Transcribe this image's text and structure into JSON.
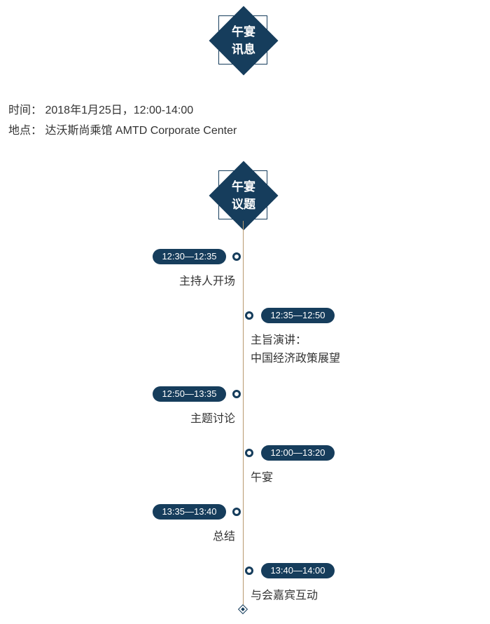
{
  "section1": {
    "line1": "午宴",
    "line2": "讯息"
  },
  "info": {
    "time_label": "时间：",
    "time_value": "2018年1月25日，12:00-14:00",
    "place_label": "地点：",
    "place_value": "达沃斯尚乘馆 AMTD Corporate Center"
  },
  "section2": {
    "line1": "午宴",
    "line2": "议题"
  },
  "agenda": [
    {
      "time": "12:30—12:35",
      "title": "主持人开场"
    },
    {
      "time": "12:35—12:50",
      "title": "主旨演讲：",
      "title2": "中国经济政策展望"
    },
    {
      "time": "12:50—13:35",
      "title": "主题讨论"
    },
    {
      "time": "12:00—13:20",
      "title": "午宴"
    },
    {
      "time": "13:35—13:40",
      "title": "总结"
    },
    {
      "time": "13:40—14:00",
      "title": "与会嘉宾互动"
    }
  ]
}
